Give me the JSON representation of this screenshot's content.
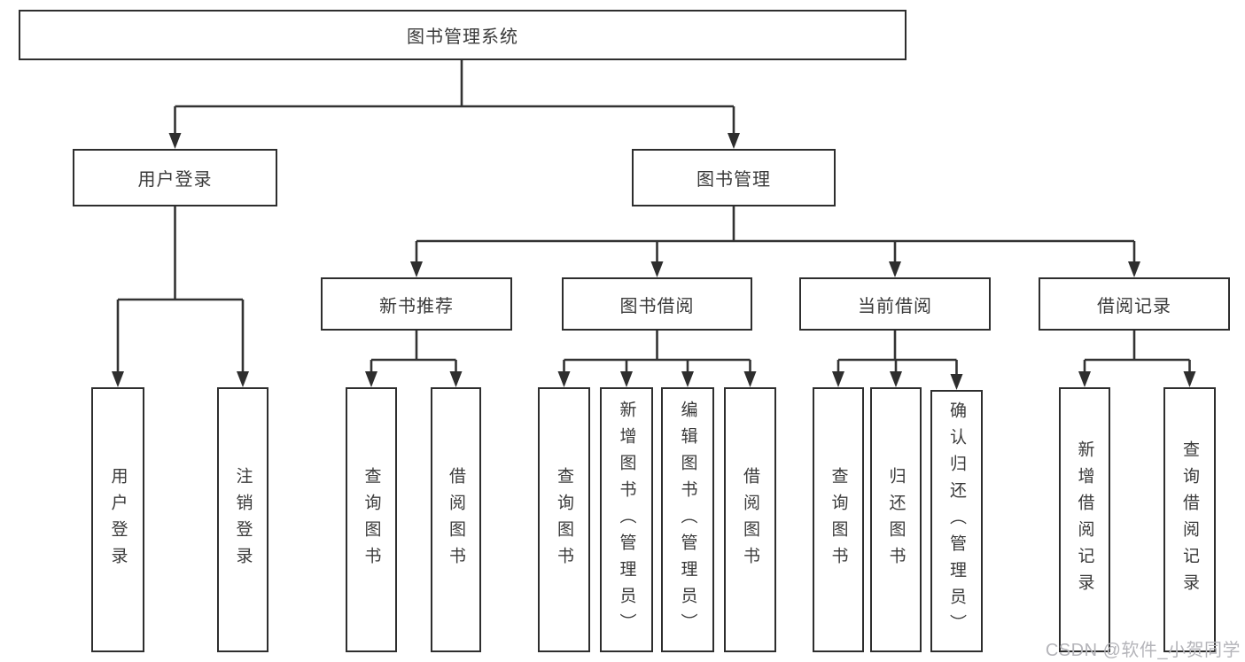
{
  "diagram": {
    "root": {
      "label": "图书管理系统"
    },
    "login": {
      "label": "用户登录",
      "children": [
        {
          "label": "用户登录"
        },
        {
          "label": "注销登录"
        }
      ]
    },
    "mgmt": {
      "label": "图书管理",
      "children": [
        {
          "label": "新书推荐",
          "children": [
            {
              "label": "查询图书"
            },
            {
              "label": "借阅图书"
            }
          ]
        },
        {
          "label": "图书借阅",
          "children": [
            {
              "label": "查询图书"
            },
            {
              "label": "新增图书（管理员）"
            },
            {
              "label": "编辑图书（管理员）"
            },
            {
              "label": "借阅图书"
            }
          ]
        },
        {
          "label": "当前借阅",
          "children": [
            {
              "label": "查询图书"
            },
            {
              "label": "归还图书"
            },
            {
              "label": "确认归还（管理员）"
            }
          ]
        },
        {
          "label": "借阅记录",
          "children": [
            {
              "label": "新增借阅记录"
            },
            {
              "label": "查询借阅记录"
            }
          ]
        }
      ]
    },
    "colors": {
      "border": "#2e2e2e",
      "line": "#333333",
      "text": "#3a3a3a",
      "watermark": "#b5b5ba",
      "background": "#ffffff"
    }
  },
  "watermark": {
    "text": "CSDN @软件_小贺同学"
  }
}
